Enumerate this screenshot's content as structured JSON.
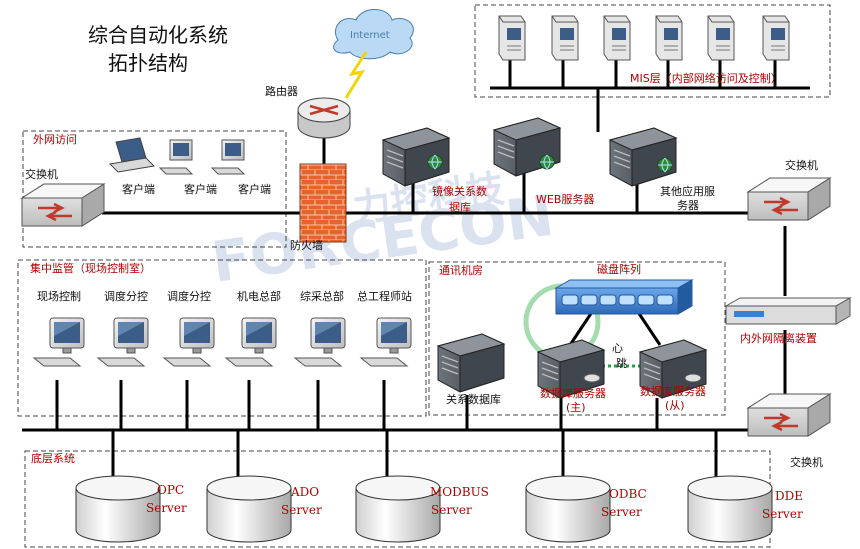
{
  "title": {
    "line1": "综合自动化系统",
    "line2": "拓扑结构"
  },
  "internet": {
    "label": "Internet"
  },
  "router": {
    "label": "路由器"
  },
  "firewall": {
    "label": "防火墙"
  },
  "mis": {
    "label": "MIS层（内部网络访问及控制）"
  },
  "external": {
    "title": "外网访问",
    "switch_label": "交换机",
    "clients": [
      "客户端",
      "客户端",
      "客户端"
    ]
  },
  "servers_top": {
    "mirror": [
      "镜像关系数",
      "据库"
    ],
    "web": "WEB服务器",
    "other": [
      "其他应用服",
      "务器"
    ]
  },
  "right": {
    "switch_top": "交换机",
    "isolation": "内外网隔离装置",
    "switch_bottom": "交换机"
  },
  "monitor": {
    "title": "集中监管（现场控制室）",
    "stations": [
      "现场控制",
      "调度分控",
      "调度分控",
      "机电总部",
      "综采总部",
      "总工程师站"
    ]
  },
  "machine_room": {
    "title": "通讯机房",
    "disk_array": "磁盘阵列",
    "relational_db": "关系数据库",
    "heartbeat": [
      "心",
      "跳"
    ],
    "db_master": [
      "数据库服务器",
      "(主)"
    ],
    "db_slave": [
      "数据库服务器",
      "(从)"
    ]
  },
  "bottom": {
    "title": "底层系统",
    "servers": [
      {
        "name": "OPC",
        "sub": "Server"
      },
      {
        "name": "ADO",
        "sub": "Server"
      },
      {
        "name": "MODBUS",
        "sub": "Server"
      },
      {
        "name": "ODBC",
        "sub": "Server"
      },
      {
        "name": "DDE",
        "sub": "Server"
      }
    ]
  },
  "watermark": {
    "cn": "力控科技",
    "en": "FORCECON"
  },
  "colors": {
    "label_red": "#b00000",
    "line": "#000000",
    "firewall": "#e06030",
    "disk_blue": "#3a7fd0"
  }
}
